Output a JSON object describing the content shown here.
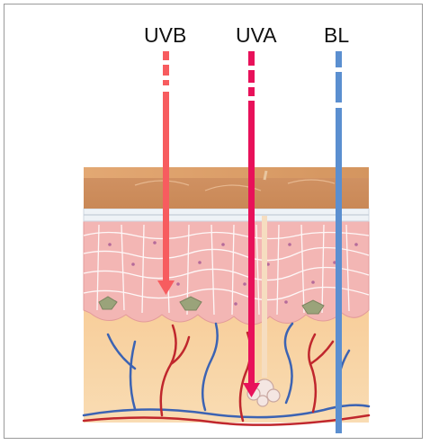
{
  "labels": {
    "uvb": "UVB",
    "uva": "UVA",
    "bl": "BL"
  },
  "colors": {
    "uvb": "#f75c5f",
    "uva": "#e8115a",
    "bl": "#5b8fd0",
    "stratum_corneum": "#dca06f",
    "epidermis": "#f3b8b8",
    "dermis": "#f6cc96",
    "artery": "#c0272d",
    "vein": "#3c63b3"
  }
}
